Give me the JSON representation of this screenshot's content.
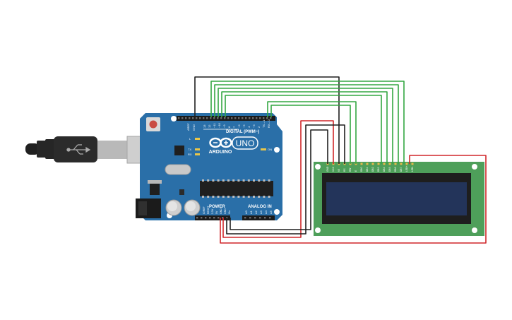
{
  "board": {
    "arduino_brand": "ARDUINO",
    "uno_label": "UNO",
    "digital_label": "DIGITAL (PWM~)",
    "power_label": "POWER",
    "analog_label": "ANALOG IN",
    "aref_label": "AREF",
    "gnd_label": "GND",
    "on_label": "ON",
    "tx_label": "TX",
    "rx_label": "RX",
    "l_label": "L",
    "digital_pins": [
      "13",
      "12",
      "~11",
      "~10",
      "~9",
      "8",
      "7",
      "~6",
      "~5",
      "4",
      "~3",
      "2",
      "TX→1",
      "RX←0"
    ],
    "power_pins": [
      "IOREF",
      "RESET",
      "3.3V",
      "5V",
      "GND",
      "GND",
      "Vin"
    ],
    "analog_pins": [
      "A0",
      "A1",
      "A2",
      "A3",
      "A4",
      "A5"
    ]
  },
  "lcd": {
    "pin_labels": [
      "GND",
      "VCC",
      "V0",
      "RS",
      "RW",
      "E",
      "DB0",
      "DB1",
      "DB2",
      "DB3",
      "DB4",
      "DB5",
      "DB6",
      "DB7",
      "LED+",
      "LED-"
    ]
  },
  "colors": {
    "board_blue": "#2a6fa8",
    "lcd_green": "#4e9f5a",
    "lcd_screen": "#23345a",
    "wire_green": "#34a742",
    "wire_red": "#d0272a",
    "wire_black": "#1f1f1f"
  }
}
